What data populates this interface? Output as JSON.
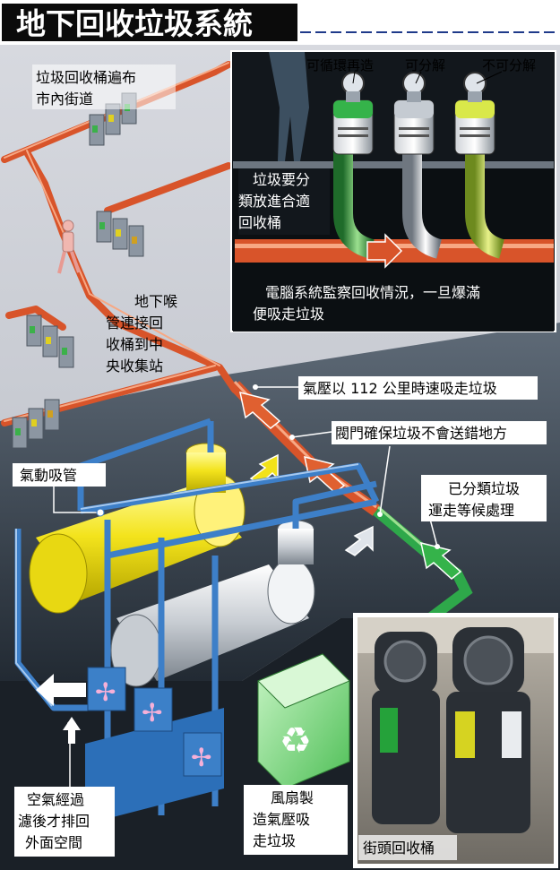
{
  "title": "地下回收垃圾系統",
  "bin_labels": [
    "可循環再造",
    "可分解",
    "不可分解"
  ],
  "callouts": {
    "street_bins": [
      "垃圾回收桶遍布",
      "市內街道"
    ],
    "sort_bins": [
      "垃圾要分",
      "類放進合適",
      "回收桶"
    ],
    "monitor": [
      "電腦系統監察回收情況，一旦爆滿",
      "便吸走垃圾"
    ],
    "throat": [
      "地下喉",
      "管連接回",
      "收桶到中",
      "央收集站"
    ],
    "pressure": "氣壓以 112 公里時速吸走垃圾",
    "valve": "閥門確保垃圾不會送錯地方",
    "sorted": [
      "已分類垃圾",
      "運走等候處理"
    ],
    "pneumatic": "氣動吸管",
    "air": [
      "空氣經過",
      "濾後才排回",
      "外面空間"
    ],
    "fan": [
      "風扇製",
      "造氣壓吸",
      "走垃圾"
    ],
    "street_photo": "街頭回收桶"
  },
  "colors": {
    "pipe": "#d8542a",
    "ground": "#c9ccd3",
    "dark_bg": "#101418",
    "yellow": "#f2e21a",
    "green_pipe": "#2ea84a",
    "blue_pipe": "#3d7fc8"
  }
}
